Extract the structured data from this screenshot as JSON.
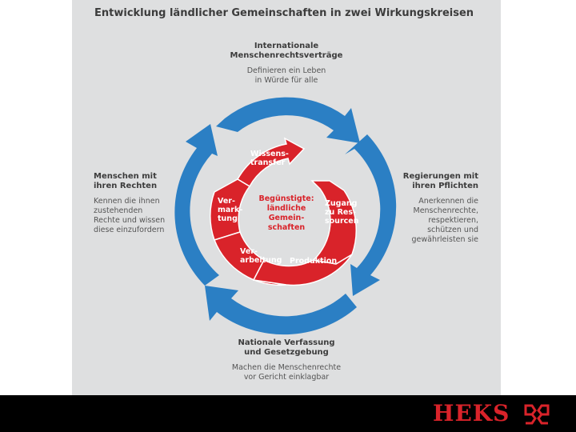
{
  "title": "Entwicklung ländlicher Gemeinschaften in zwei Wirkungskreisen",
  "top": {
    "heading": [
      "Internationale",
      "Menschenrechtsverträge"
    ],
    "text": [
      "Definieren ein Leben",
      "in Würde für alle"
    ]
  },
  "left": {
    "heading": [
      "Menschen mit",
      "ihren Rechten"
    ],
    "text": [
      "Kennen die ihnen",
      "zustehenden",
      "Rechte und wissen",
      "diese einzufordern"
    ]
  },
  "right": {
    "heading": [
      "Regierungen mit",
      "ihren Pflichten"
    ],
    "text": [
      "Anerkennen die",
      "Menschenrechte,",
      "respektieren,",
      "schützen und",
      "gewährleisten sie"
    ]
  },
  "bottom": {
    "heading": [
      "Nationale Verfassung",
      "und Gesetzgebung"
    ],
    "text": [
      "Machen die Menschenrechte",
      "vor Gericht einklagbar"
    ]
  },
  "inner": {
    "center": [
      "Begünstigte:",
      "ländliche",
      "Gemein-",
      "schaften"
    ],
    "wissenstransfer": [
      "Wissens-",
      "transfer"
    ],
    "vermarktung": [
      "Ver-",
      "mark-",
      "tung"
    ],
    "zugang": [
      "Zugang",
      "zu Res-",
      "sourcen"
    ],
    "verarbeitung": [
      "Ver-",
      "arbeitung"
    ],
    "produktion": [
      "Produktion"
    ]
  },
  "brand": {
    "name": "HEKS"
  },
  "colors": {
    "outer_ring": "#2b7fc4",
    "inner_ring": "#d9232a",
    "panel": "#dedfe0",
    "text": "#3c3c3c",
    "brand": "#d9232a"
  }
}
